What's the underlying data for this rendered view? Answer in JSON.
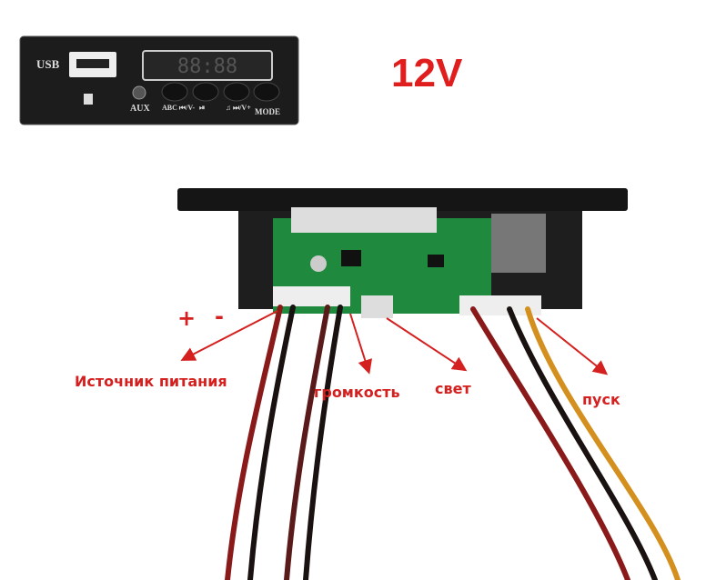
{
  "voltage": "12V",
  "front_panel": {
    "usb_label": "USB",
    "aux_label": "AUX",
    "button_labels": [
      "ABC ⏮/V-",
      "⏯",
      "♫ ⏭/V+",
      "MODE"
    ],
    "display": "88:88"
  },
  "polarity": {
    "plus": "+",
    "minus": "-"
  },
  "labels": {
    "power": "Источник питания",
    "volume": "громкость",
    "light": "свет",
    "start": "пуск"
  },
  "colors": {
    "annotation": "#d4201e",
    "pcb": "#1f8a3e",
    "wire_red": "#8a1a1a",
    "wire_black": "#1a1111",
    "wire_orange": "#d4901e"
  }
}
